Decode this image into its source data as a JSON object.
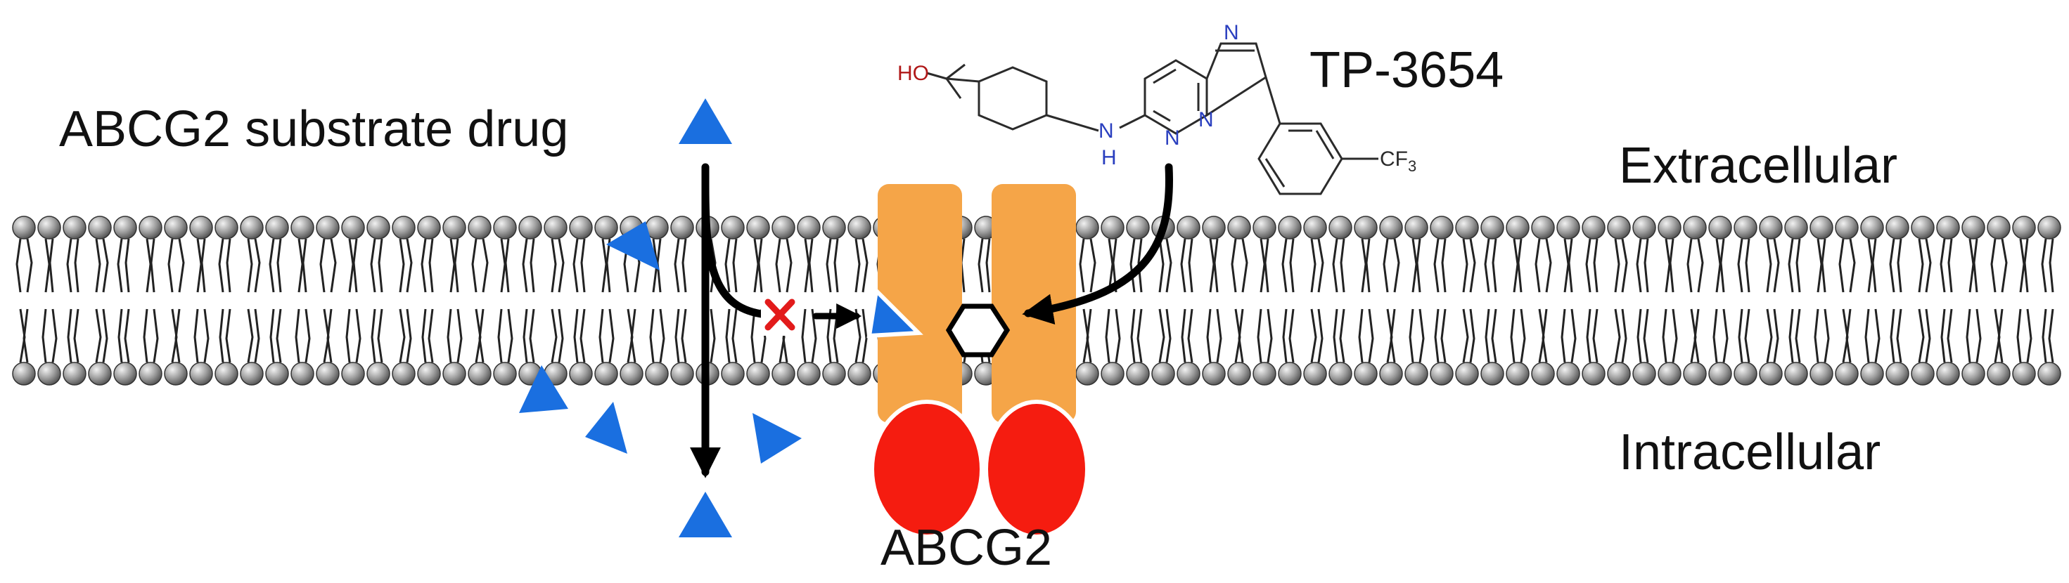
{
  "labels": {
    "substrate_drug": "ABCG2 substrate drug",
    "inhibitor": "TP-3654",
    "extracellular": "Extracellular",
    "intracellular": "Intracellular",
    "transporter": "ABCG2"
  },
  "molecule": {
    "hydroxyl": "HO",
    "amine": "N",
    "amine_h": "H",
    "ring_n1": "N",
    "ring_n2": "N",
    "ring_n3": "N",
    "trifluoromethyl": "CF",
    "trifluoromethyl_sub": "3"
  },
  "colors": {
    "drug": "#1a6fe0",
    "transporter": "#f5a548",
    "nbd": "#f51c10",
    "inhibit_mark": "#e21b1b",
    "hydroxyl": "#b01818",
    "nitrogen": "#2a3fbf",
    "arrow": "#000000"
  }
}
